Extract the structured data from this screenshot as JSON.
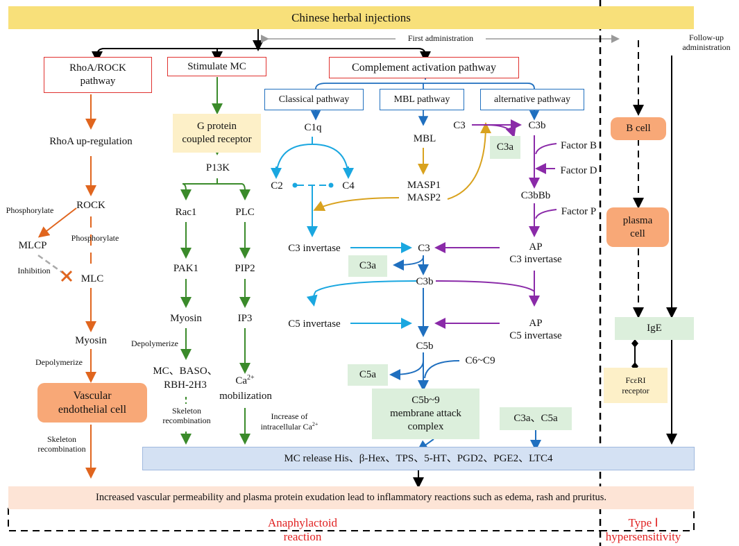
{
  "header": {
    "title": "Chinese herbal injections"
  },
  "admin": {
    "first": "First administration",
    "follow": "Follow-up\nadministration"
  },
  "rhoa": {
    "box": "RhoA/ROCK\npathway",
    "upregulation": "RhoA up-regulation",
    "rock": "ROCK",
    "phos1": "Phosphorylate",
    "mlcp": "MLCP",
    "phos2": "Phosphorylate",
    "inhibition": "Inhibition",
    "mlc": "MLC",
    "myosin": "Myosin",
    "depoly": "Depolymerize",
    "vascular": "Vascular\nendothelial cell",
    "skeleton": "Skeleton\nrecombination"
  },
  "mc": {
    "box": "Stimulate MC",
    "gprotein": "G protein\ncoupled receptor",
    "p13k": "P13K",
    "rac1": "Rac1",
    "plc": "PLC",
    "pak1": "PAK1",
    "pip2": "PIP2",
    "myosin": "Myosin",
    "ip3": "IP3",
    "depoly": "Depolymerize",
    "cells": "MC、BASO、\nRBH-2H3",
    "skeleton": "Skeleton\nrecombination",
    "ca_mobil": "mobilization",
    "ca_increase": "Increase of\nintracellular Ca"
  },
  "complement": {
    "box": "Complement activation pathway",
    "classical": "Classical pathway",
    "mbl_path": "MBL pathway",
    "alt_path": "alternative pathway",
    "c1q": "C1q",
    "c2": "C2",
    "c4": "C4",
    "mbl": "MBL",
    "masp": "MASP1\nMASP2",
    "c3_left": "C3",
    "c3b_top": "C3b",
    "c3a_top": "C3a",
    "factor_b": "Factor B",
    "factor_d": "Factor D",
    "c3bbb": "C3bBb",
    "factor_p": "Factor P",
    "c3_invertase": "C3 invertase",
    "c3_mid": "C3",
    "ap_c3": "AP\nC3 invertase",
    "c3a_mid": "C3a",
    "c3b_mid": "C3b",
    "c5_invertase": "C5 invertase",
    "ap_c5": "AP\nC5 invertase",
    "c5b": "C5b",
    "c6c9": "C6~C9",
    "c5a": "C5a",
    "mac": "C5b~9\nmembrane attack\ncomplex",
    "c3a_c5a": "C3a、C5a"
  },
  "type1": {
    "bcell": "B cell",
    "plasma": "plasma\ncell",
    "ige": "IgE",
    "receptor": "FcεRI\nreceptor"
  },
  "bottom": {
    "release": "MC release His、β-Hex、TPS、5-HT、PGD2、PGE2、LTC4",
    "outcome": "Increased vascular permeability and plasma protein exudation lead to inflammatory reactions such as edema, rash and pruritus.",
    "anaphylactoid": "Anaphylactoid\nreaction",
    "type1": "Type Ⅰ\nhypersensitivity"
  }
}
